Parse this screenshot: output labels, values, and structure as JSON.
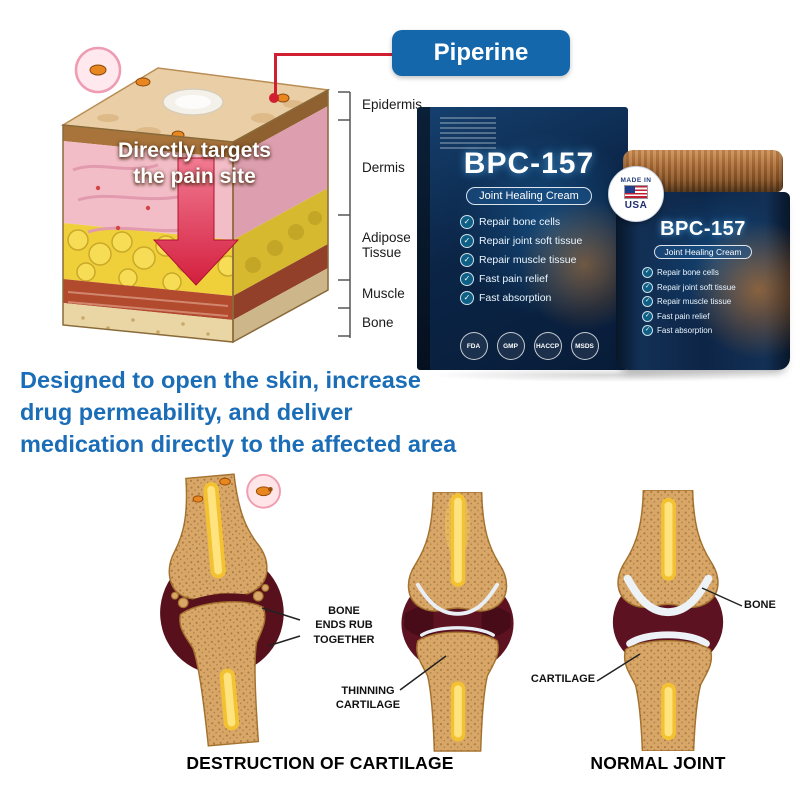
{
  "piperine": {
    "label": "Piperine"
  },
  "skin": {
    "overlay": "Directly targets\nthe pain site",
    "layers": [
      "Epidermis",
      "Dermis",
      "Adipose Tissue",
      "Muscle",
      "Bone"
    ]
  },
  "product_box": {
    "title": "BPC-157",
    "subtitle": "Joint Healing Cream",
    "features": [
      "Repair bone cells",
      "Repair joint soft tissue",
      "Repair muscle tissue",
      "Fast pain relief",
      "Fast absorption"
    ],
    "badges": [
      "FDA",
      "GMP",
      "HACCP",
      "MSDS"
    ]
  },
  "jar": {
    "made_in": "MADE IN",
    "usa": "USA",
    "title": "BPC-157",
    "subtitle": "Joint Healing Cream",
    "features": [
      "Repair bone cells",
      "Repair joint soft tissue",
      "Repair muscle tissue",
      "Fast pain relief",
      "Fast absorption"
    ]
  },
  "tagline": {
    "line1": "Designed to open the skin, increase",
    "line2": "drug permeability, and deliver",
    "line3": "medication directly to the affected area"
  },
  "joints": {
    "label_bone_ends": "BONE\nENDS RUB\nTOGETHER",
    "label_thinning": "THINNING\nCARTILAGE",
    "label_bone": "BONE",
    "label_cartilage": "CARTILAGE",
    "destroyed_caption": "DESTRUCTION OF CARTILAGE",
    "normal_caption": "NORMAL JOINT"
  },
  "colors": {
    "accent_blue": "#1a6db6",
    "box_navy": "#0b2547",
    "red": "#cf1f31"
  }
}
